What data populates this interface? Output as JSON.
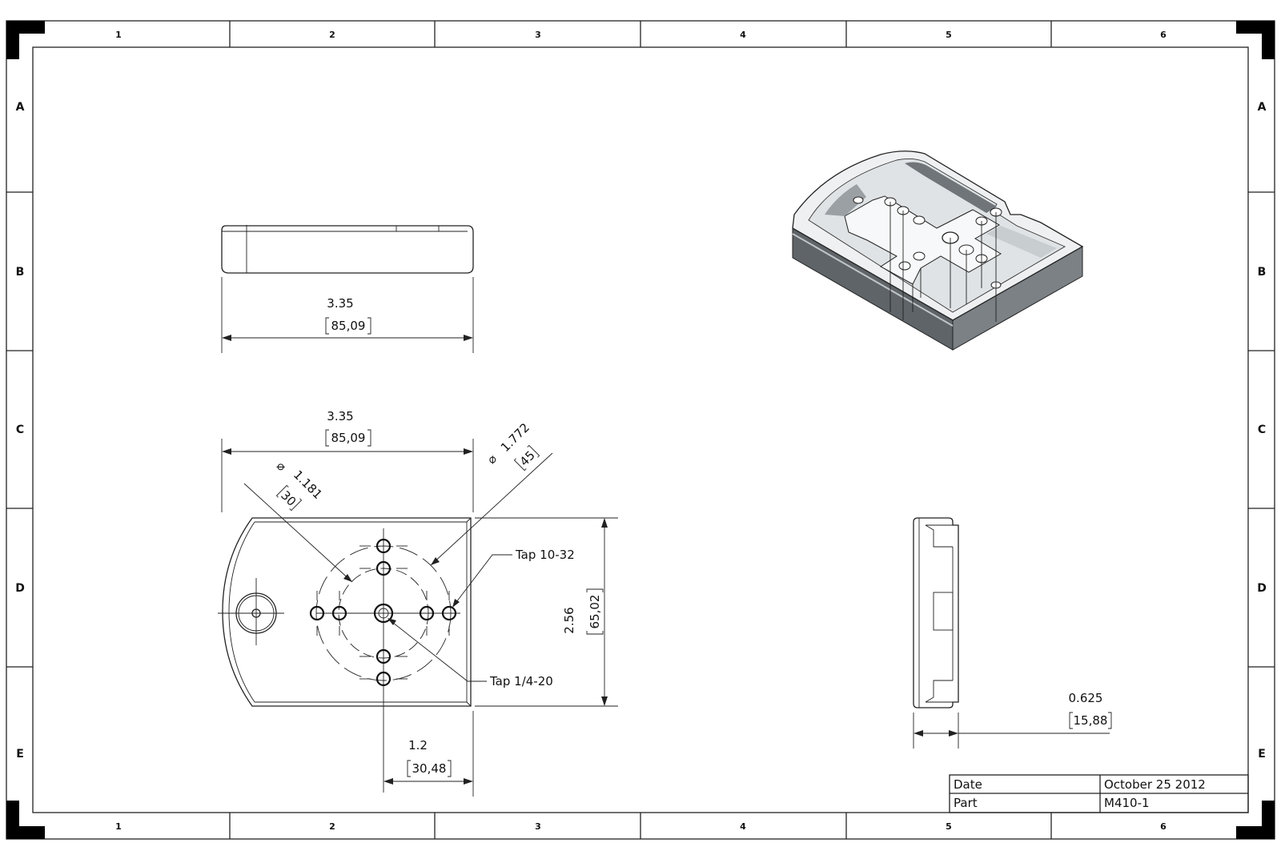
{
  "border": {
    "columns": [
      "1",
      "2",
      "3",
      "4",
      "5",
      "6"
    ],
    "rows": [
      "A",
      "B",
      "C",
      "D",
      "E"
    ]
  },
  "top_view": {
    "width_in": "3.35",
    "width_mm": "85,09"
  },
  "front_view": {
    "width_in": "3.35",
    "width_mm": "85,09",
    "dia_small_symbol": "⌀",
    "dia_small_in": "1.181",
    "dia_small_mm": "30",
    "dia_large_symbol": "⌀",
    "dia_large_in": "1.772",
    "dia_large_mm": "45",
    "tap_outer": "Tap 10-32",
    "tap_center": "Tap 1/4-20",
    "height_in": "2.56",
    "height_mm": "65,02",
    "offset_in": "1.2",
    "offset_mm": "30,48"
  },
  "side_view": {
    "thickness_in": "0.625",
    "thickness_mm": "15,88"
  },
  "title_block": {
    "date_label": "Date",
    "date_value": "October 25 2012",
    "part_label": "Part",
    "part_value": "M410-1"
  },
  "colors": {
    "line": "#222222",
    "border_corner": "#000000",
    "iso_dark": "#5e6468",
    "iso_light": "#eef0f1"
  }
}
